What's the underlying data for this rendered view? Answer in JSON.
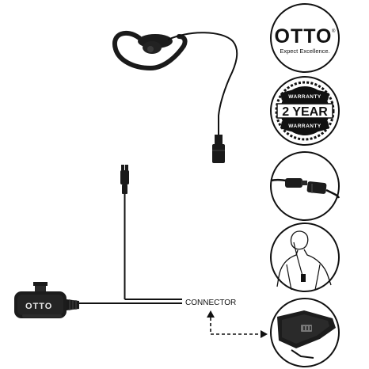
{
  "logo": {
    "brand": "OTTO",
    "tagline": "Expect Excellence.",
    "trademark": "®"
  },
  "warranty_badge": {
    "top_word": "WARRANTY",
    "middle": "2 YEAR",
    "bottom_word": "WARRANTY"
  },
  "connector_label": "CONNECTOR",
  "product_label": "OTTO",
  "colors": {
    "outline": "#111111",
    "product_body": "#1c1c1c",
    "background": "#ffffff"
  }
}
